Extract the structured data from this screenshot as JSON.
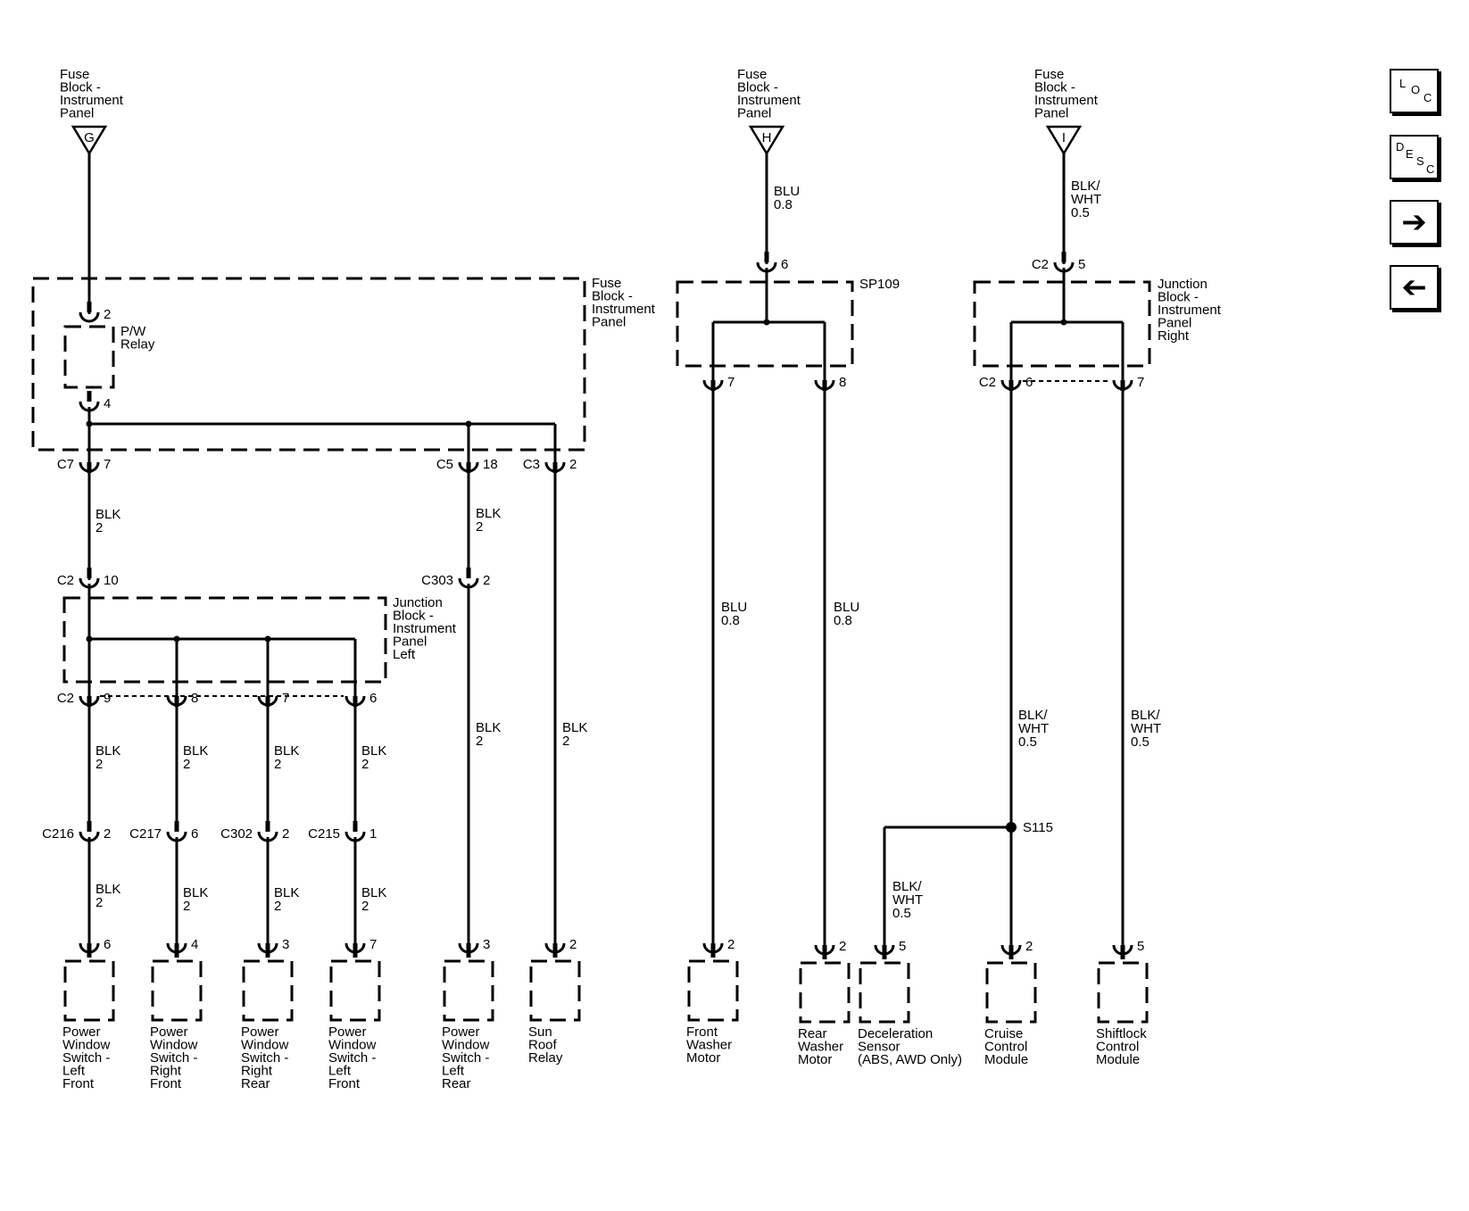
{
  "feeds": [
    {
      "lines": [
        "Fuse",
        "Block -",
        "Instrument",
        "Panel"
      ],
      "letter": "G"
    },
    {
      "lines": [
        "Fuse",
        "Block -",
        "Instrument",
        "Panel"
      ],
      "letter": "H"
    },
    {
      "lines": [
        "Fuse",
        "Block -",
        "Instrument",
        "Panel"
      ],
      "letter": "I"
    }
  ],
  "blocks": {
    "fuse_block": {
      "lines": [
        "Fuse",
        "Block -",
        "Instrument",
        "Panel"
      ]
    },
    "pw_relay": {
      "lines": [
        "P/W",
        "Relay"
      ]
    },
    "jb_left": {
      "lines": [
        "Junction",
        "Block -",
        "Instrument",
        "Panel",
        "Left"
      ]
    },
    "sp109": {
      "lines": [
        "SP109"
      ]
    },
    "jb_right": {
      "lines": [
        "Junction",
        "Block -",
        "Instrument",
        "Panel",
        "Right"
      ]
    }
  },
  "connectors": [
    {
      "name": "",
      "pin": "2"
    },
    {
      "name": "",
      "pin": "4"
    },
    {
      "name": "C7",
      "pin": "7"
    },
    {
      "name": "C5",
      "pin": "18"
    },
    {
      "name": "C3",
      "pin": "2"
    },
    {
      "name": "C2",
      "pin": "10"
    },
    {
      "name": "C303",
      "pin": "2"
    },
    {
      "name": "C2",
      "pin": "9"
    },
    {
      "name": "",
      "pin": "8"
    },
    {
      "name": "",
      "pin": "7"
    },
    {
      "name": "",
      "pin": "6"
    },
    {
      "name": "C216",
      "pin": "2"
    },
    {
      "name": "C217",
      "pin": "6"
    },
    {
      "name": "C302",
      "pin": "2"
    },
    {
      "name": "C215",
      "pin": "1"
    },
    {
      "name": "",
      "pin": "6"
    },
    {
      "name": "",
      "pin": "7"
    },
    {
      "name": "",
      "pin": "8"
    },
    {
      "name": "C2",
      "pin": "5"
    },
    {
      "name": "C2",
      "pin": "6"
    },
    {
      "name": "",
      "pin": "7"
    }
  ],
  "wires": [
    {
      "lines": [
        "BLK",
        "2"
      ]
    },
    {
      "lines": [
        "BLK",
        "2"
      ]
    },
    {
      "lines": [
        "BLK",
        "2"
      ]
    },
    {
      "lines": [
        "BLK",
        "2"
      ]
    },
    {
      "lines": [
        "BLK",
        "2"
      ]
    },
    {
      "lines": [
        "BLK",
        "2"
      ]
    },
    {
      "lines": [
        "BLK",
        "2"
      ]
    },
    {
      "lines": [
        "BLK",
        "2"
      ]
    },
    {
      "lines": [
        "BLK",
        "2"
      ]
    },
    {
      "lines": [
        "BLK",
        "2"
      ]
    },
    {
      "lines": [
        "BLK",
        "2"
      ]
    },
    {
      "lines": [
        "BLK",
        "2"
      ]
    },
    {
      "lines": [
        "BLU",
        "0.8"
      ]
    },
    {
      "lines": [
        "BLU",
        "0.8"
      ]
    },
    {
      "lines": [
        "BLU",
        "0.8"
      ]
    },
    {
      "lines": [
        "BLK/",
        "WHT",
        "0.5"
      ]
    },
    {
      "lines": [
        "BLK/",
        "WHT",
        "0.5"
      ]
    },
    {
      "lines": [
        "BLK/",
        "WHT",
        "0.5"
      ]
    },
    {
      "lines": [
        "BLK/",
        "WHT",
        "0.5"
      ]
    }
  ],
  "splice": {
    "label": "S115"
  },
  "components": [
    {
      "pin": "6",
      "lines": [
        "Power",
        "Window",
        "Switch -",
        "Left",
        "Front"
      ]
    },
    {
      "pin": "4",
      "lines": [
        "Power",
        "Window",
        "Switch -",
        "Right",
        "Front"
      ]
    },
    {
      "pin": "3",
      "lines": [
        "Power",
        "Window",
        "Switch -",
        "Right",
        "Rear"
      ]
    },
    {
      "pin": "7",
      "lines": [
        "Power",
        "Window",
        "Switch -",
        "Left",
        "Front"
      ]
    },
    {
      "pin": "3",
      "lines": [
        "Power",
        "Window",
        "Switch -",
        "Left",
        "Rear"
      ]
    },
    {
      "pin": "2",
      "lines": [
        "Sun",
        "Roof",
        "Relay"
      ]
    },
    {
      "pin": "2",
      "lines": [
        "Front",
        "Washer",
        "Motor"
      ]
    },
    {
      "pin": "2",
      "lines": [
        "Rear",
        "Washer",
        "Motor"
      ]
    },
    {
      "pin": "5",
      "lines": [
        "Deceleration",
        "Sensor",
        "(ABS, AWD Only)"
      ]
    },
    {
      "pin": "2",
      "lines": [
        "Cruise",
        "Control",
        "Module"
      ]
    },
    {
      "pin": "5",
      "lines": [
        "Shiftlock",
        "Control",
        "Module"
      ]
    }
  ],
  "nav": {
    "loc": {
      "l1": "L",
      "l2": "O",
      "l3": "C"
    },
    "desc": {
      "l1": "D",
      "l2": "E",
      "l3": "S",
      "l4": "C"
    },
    "next_icon": "arrow-right-icon",
    "back_icon": "arrow-left-icon"
  }
}
